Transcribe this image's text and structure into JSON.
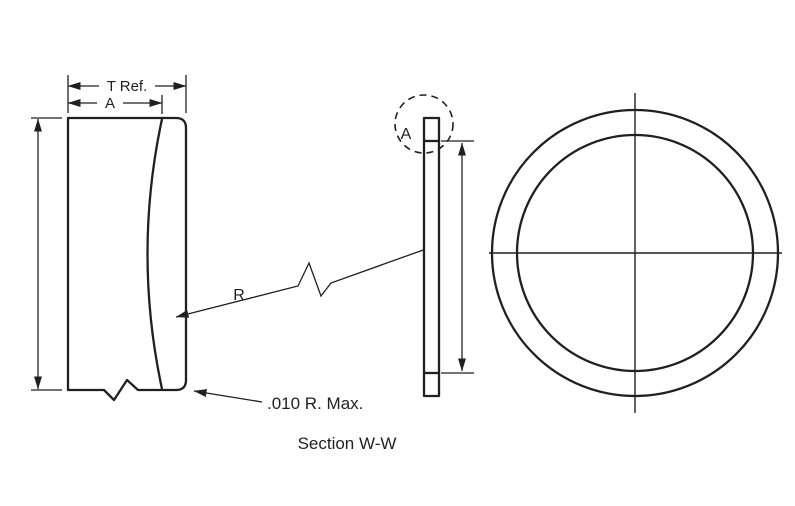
{
  "page": {
    "background": "#ffffff",
    "line_color": "#231f20",
    "description": "Engineering section drawing of a curved disc spring washer"
  },
  "labels": {
    "t_ref": "T Ref.",
    "dim_a": "A",
    "radius": "R",
    "detail_a": "A",
    "corner_note": ".010 R. Max.",
    "caption": "Section W-W"
  }
}
